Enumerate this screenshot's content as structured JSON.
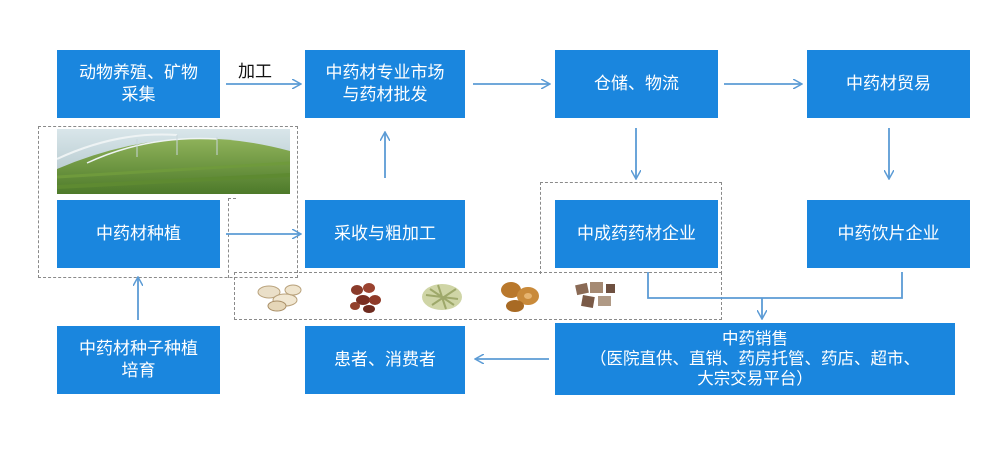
{
  "boxes": {
    "animal_mineral": [
      "动物养殖、矿物",
      "采集"
    ],
    "market": [
      "中药材专业市场",
      "与药材批发"
    ],
    "storage": "仓储、物流",
    "trade": "中药材贸易",
    "planting": "中药材种植",
    "harvest": "采收与粗加工",
    "patent_medicine": "中成药药材企业",
    "decoction": "中药饮片企业",
    "seed": [
      "中药材种子种植",
      "培育"
    ],
    "consumer": "患者、消费者",
    "sales": [
      "中药销售",
      "（医院直供、直销、药房托管、药店、超市、",
      "大宗交易平台）"
    ]
  },
  "labels": {
    "processing": "加工"
  },
  "images": [
    "greenhouse-photo",
    "herb-slices",
    "herb-berries",
    "herb-leaves",
    "herb-mushroom",
    "herb-pieces"
  ],
  "colors": {
    "box": "#1a86de",
    "arrow": "#5b9bd5",
    "dash": "#8a8a8a"
  }
}
